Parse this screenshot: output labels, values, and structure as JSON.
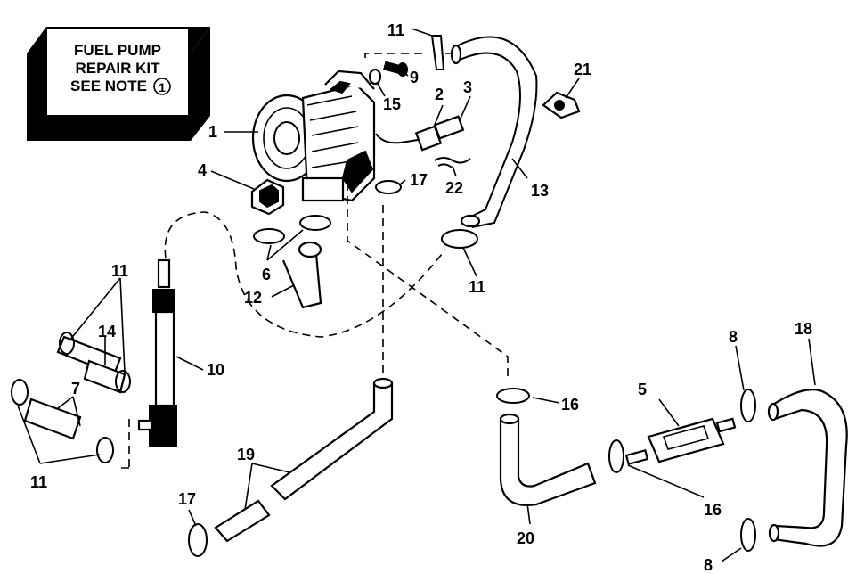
{
  "note_box": {
    "line1": "FUEL PUMP",
    "line2": "REPAIR KIT",
    "line3": "SEE NOTE",
    "note_number": "1"
  },
  "callouts": {
    "p1": "1",
    "p2": "2",
    "p3": "3",
    "p4": "4",
    "p5": "5",
    "p6": "6",
    "p7": "7",
    "p8a": "8",
    "p8b": "8",
    "p9": "9",
    "p10": "10",
    "p11a": "11",
    "p11b": "11",
    "p11c": "11",
    "p11d": "11",
    "p12": "12",
    "p13": "13",
    "p14": "14",
    "p15": "15",
    "p16a": "16",
    "p16b": "16",
    "p17a": "17",
    "p17b": "17",
    "p18": "18",
    "p19": "19",
    "p20": "20",
    "p21": "21",
    "p22": "22"
  }
}
